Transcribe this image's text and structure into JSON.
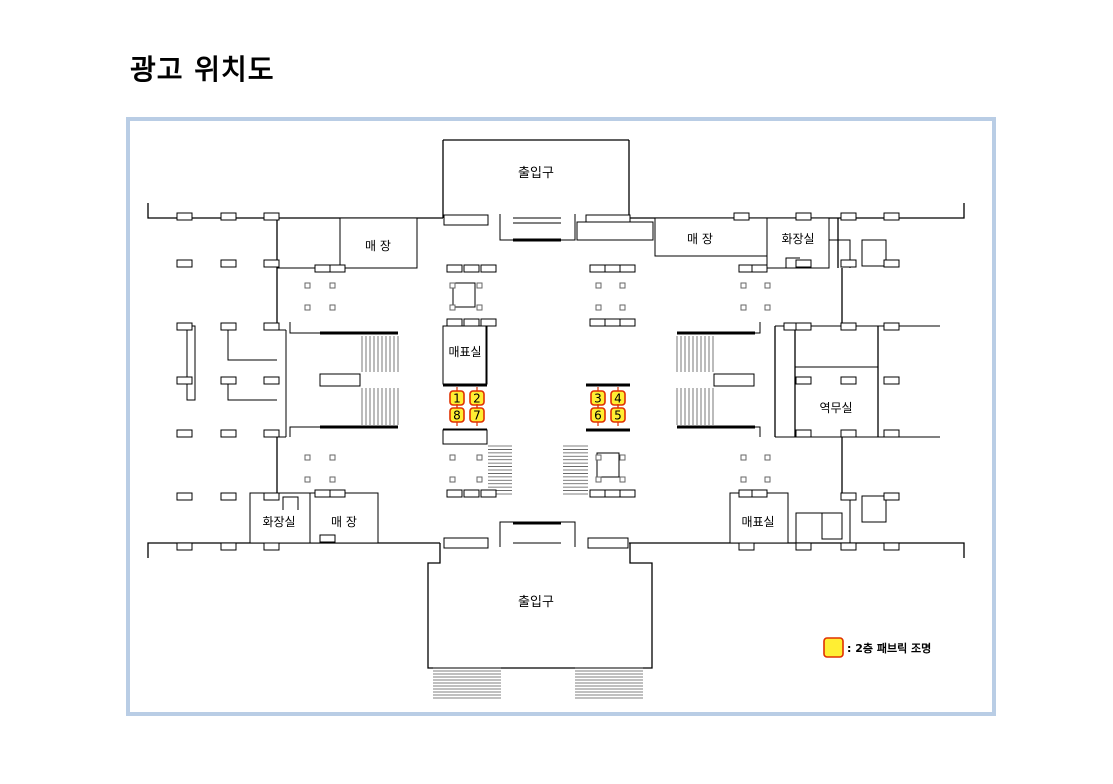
{
  "page": {
    "title": "광고 위치도"
  },
  "rooms": {
    "entrance_top": "출입구",
    "entrance_bottom": "출입구",
    "store_top_left": "매   장",
    "store_top_center": "매   장",
    "store_top_right": "매   장",
    "restroom_top_right": "화장실",
    "ticket_office_center": "매표실",
    "station_office": "역무실",
    "restroom_bottom_left": "화장실",
    "store_bottom_left": "매   장",
    "ticket_office_bottom_right": "매표실"
  },
  "markers": [
    {
      "label": "1"
    },
    {
      "label": "2"
    },
    {
      "label": "8"
    },
    {
      "label": "7"
    },
    {
      "label": "3"
    },
    {
      "label": "4"
    },
    {
      "label": "6"
    },
    {
      "label": "5"
    }
  ],
  "legend": {
    "text": ": 2층 패브릭 조명",
    "color": "#ffee33",
    "border_color": "#e03000"
  },
  "colors": {
    "frame_border": "#b9cde5"
  }
}
